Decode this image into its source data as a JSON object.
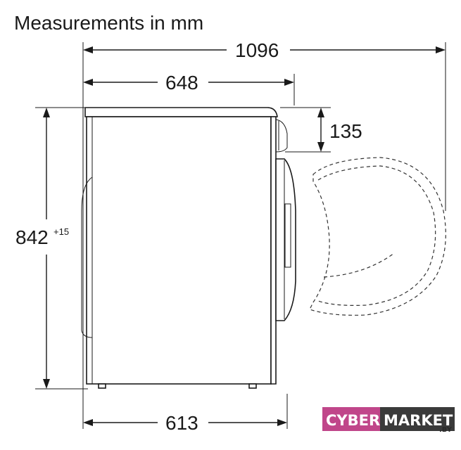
{
  "title": "Measurements in mm",
  "dimensions": {
    "total_depth_door_open": "1096",
    "depth": "648",
    "top_protrusion": "135",
    "height": "842",
    "height_tolerance": "+15",
    "base_depth": "613"
  },
  "logo": {
    "left": "CYBER",
    "right": "MARKET",
    "suffix": ".BY",
    "left_bg": "#c0468a",
    "right_bg": "#3a3a3a"
  }
}
